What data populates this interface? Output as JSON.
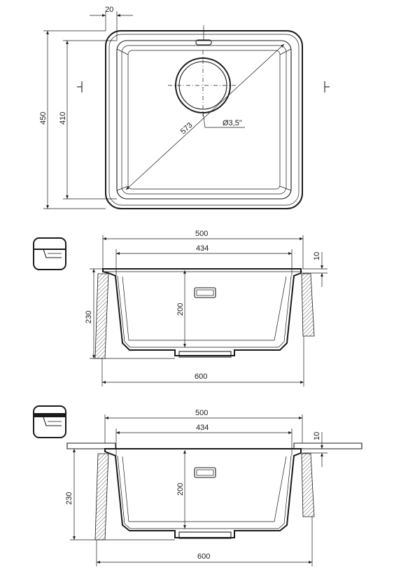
{
  "top_view": {
    "dim_rim": "20",
    "dim_outer_height": "450",
    "dim_inner_height": "410",
    "dim_diagonal": "573",
    "dim_drain": "Ø3,5\""
  },
  "section_flush": {
    "dim_outer_width": "500",
    "dim_inner_width": "434",
    "dim_rim_thickness": "10",
    "dim_total_depth": "230",
    "dim_bowl_depth": "200",
    "dim_cabinet_width": "600"
  },
  "section_undermount": {
    "dim_outer_width": "500",
    "dim_inner_width": "434",
    "dim_rim_thickness": "10",
    "dim_total_depth": "230",
    "dim_bowl_depth": "200",
    "dim_cabinet_width": "600"
  },
  "colors": {
    "line": "#1a1a1a",
    "background": "#ffffff"
  }
}
